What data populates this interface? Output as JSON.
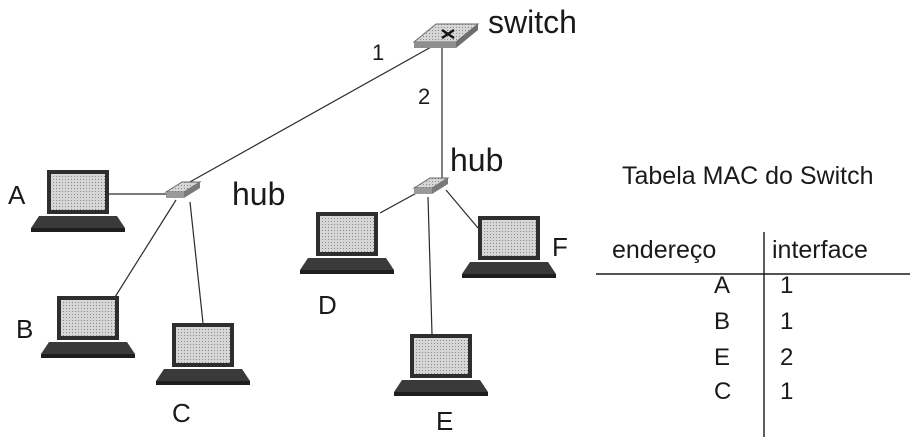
{
  "switch": {
    "label": "switch",
    "icon": "switch-icon"
  },
  "hubs": [
    {
      "id": "hub-left",
      "label": "hub",
      "icon": "hub-icon"
    },
    {
      "id": "hub-right",
      "label": "hub",
      "icon": "hub-icon"
    }
  ],
  "links": {
    "port1": "1",
    "port2": "2"
  },
  "hosts": {
    "A": {
      "label": "A",
      "icon": "laptop-icon"
    },
    "B": {
      "label": "B",
      "icon": "laptop-icon"
    },
    "C": {
      "label": "C",
      "icon": "laptop-icon"
    },
    "D": {
      "label": "D",
      "icon": "laptop-icon"
    },
    "E": {
      "label": "E",
      "icon": "laptop-icon"
    },
    "F": {
      "label": "F",
      "icon": "laptop-icon"
    }
  },
  "mac_table": {
    "title": "Tabela MAC do Switch",
    "headers": [
      "endereço",
      "interface"
    ],
    "rows": [
      {
        "address": "A",
        "interface": "1"
      },
      {
        "address": "B",
        "interface": "1"
      },
      {
        "address": "E",
        "interface": "2"
      },
      {
        "address": "C",
        "interface": "1"
      }
    ]
  },
  "colors": {
    "line": "#2b2b2b",
    "laptop_body": "#3a3a3a",
    "laptop_screen": "#c9c9c9",
    "hub_face": "#bdbdbd"
  }
}
